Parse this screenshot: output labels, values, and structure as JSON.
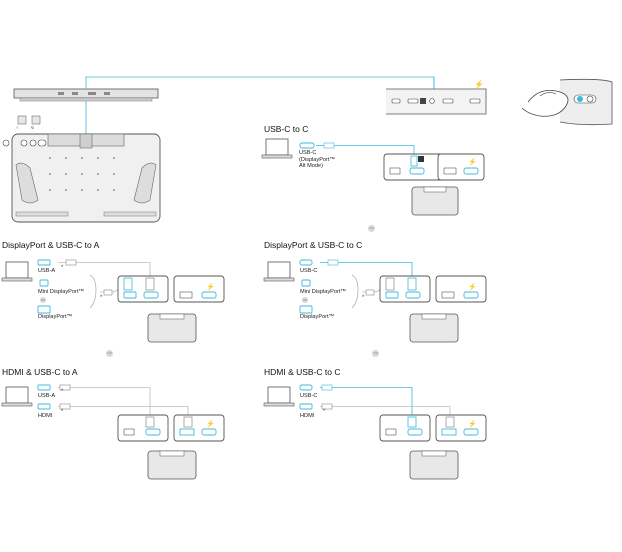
{
  "sections": {
    "usbc_to_c": {
      "title": "USB-C to C",
      "port_label": "USB-C\n(DisplayPort™\nAlt Mode)"
    },
    "dp_usbc_to_a": {
      "title": "DisplayPort & USB-C to A",
      "port_usba": "USB-A",
      "port_mdp": "Mini DisplayPort™",
      "port_or": "OR",
      "port_dp": "DisplayPort™",
      "star": "*"
    },
    "dp_usbc_to_c": {
      "title": "DisplayPort & USB-C to C",
      "port_usbc": "USB-C",
      "port_mdp": "Mini DisplayPort™",
      "port_or": "OR",
      "port_dp": "DisplayPort™",
      "star": "*"
    },
    "hdmi_usbc_to_a": {
      "title": "HDMI & USB-C to A",
      "port_usba": "USB-A",
      "port_hdmi": "HDMI",
      "star": "*"
    },
    "hdmi_usbc_to_c": {
      "title": "HDMI & USB-C to C",
      "port_usbc": "USB-C",
      "port_hdmi": "HDMI",
      "star": "*"
    }
  },
  "separators": {
    "label": "OR"
  },
  "device": {
    "button_label_1": "↑",
    "button_label_2": "↻"
  },
  "colors": {
    "accent": "#3fb8e0",
    "line": "#bdbdbd",
    "device_fill": "#e8e8e8",
    "device_stroke": "#555555"
  }
}
